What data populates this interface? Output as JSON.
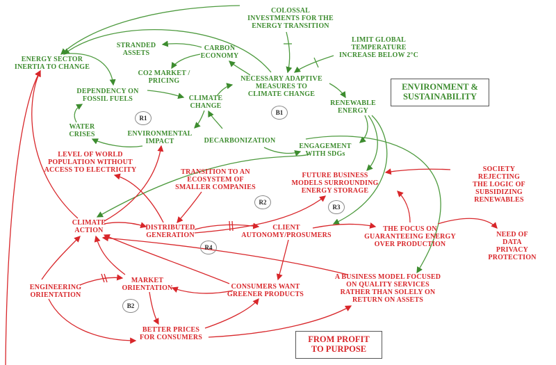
{
  "nodes": {
    "colossal": "COLOSSAL\nINVESTMENTS FOR THE\nENERGY TRANSITION",
    "limit_temp": "LIMIT GLOBAL\nTEMPERATURE\nINCREASE BELOW 2°C",
    "stranded": "STRANDED\nASSETS",
    "carbon": "CARBON\nECONOMY",
    "inertia": "ENERGY SECTOR\nINERTIA TO CHANGE",
    "co2": "CO2 MARKET /\nPRICING",
    "adaptive": "NECESSARY ADAPTIVE\nMEASURES TO\nCLIMATE CHANGE",
    "dependency": "DEPENDENCY ON\nFOSSIL FUELS",
    "climate_change": "CLIMATE\nCHANGE",
    "renewable": "RENEWABLE\nENERGY",
    "water": "WATER\nCRISES",
    "env_impact": "ENVIRONMENTAL\nIMPACT",
    "decarbonization": "DECARBONIZATION",
    "sdgs": "ENGAGEMENT\nWITH SDGs",
    "world_pop": "LEVEL OF WORLD\nPOPULATION WITHOUT\nACCESS TO ELECTRICITY",
    "transition": "TRANSITION TO AN\nECOSYSTEM OF\nSMALLER COMPANIES",
    "future_bm": "FUTURE BUSINESS\nMODELS SURROUNDING\nENERGY STORAGE",
    "society": "SOCIETY REJECTING\nTHE LOGIC OF\nSUBSIDIZING\nRENEWABLES",
    "climate_action": "CLIMATE\nACTION",
    "distributed": "DISTRIBUTED\nGENERATION",
    "prosumers": "CLIENT\nAUTONOMY/PROSUMERS",
    "focus": "THE FOCUS ON\nGUARANTEEING ENERGY\nOVER PRODUCTION",
    "privacy": "NEED OF DATA\nPRIVACY\nPROTECTION",
    "market": "MARKET\nORIENTATION",
    "engineering": "ENGINEERING\nORIENTATION",
    "greener": "CONSUMERS WANT\nGREENER PRODUCTS",
    "quality": "A BUSINESS MODEL FOCUSED\nON QUALITY SERVICES\nRATHER THAN SOLELY ON\nRETURN ON ASSETS",
    "better_prices": "BETTER PRICES\nFOR CONSUMERS"
  },
  "boxes": {
    "environment": "ENVIRONMENT &\nSUSTAINABILITY",
    "profit": "FROM PROFIT\nTO PURPOSE"
  },
  "loops": {
    "r1": "R1",
    "b1": "B1",
    "r2": "R2",
    "r3": "R3",
    "r4": "R4",
    "b2": "B2"
  },
  "colors": {
    "environment": "#3d8c2f",
    "business": "#d8262a"
  }
}
